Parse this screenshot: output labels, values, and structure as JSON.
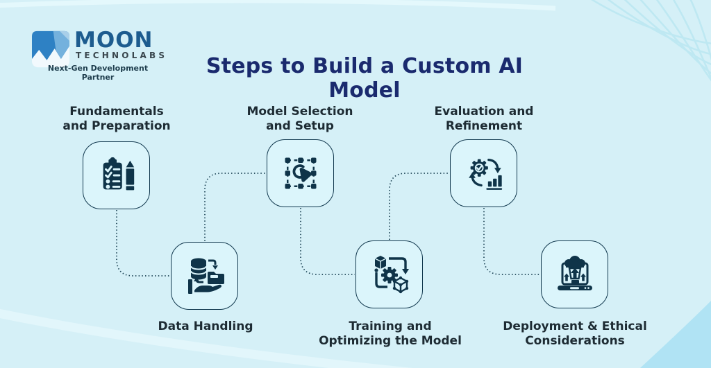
{
  "brand": {
    "logo_icon": "moon-technolabs-m-logo",
    "name": "MOON",
    "subname": "TECHNOLABS",
    "tagline": "Next-Gen Development Partner"
  },
  "title": "Steps to Build a Custom AI Model",
  "steps": [
    {
      "label_line1": "Fundamentals",
      "label_line2": "and Preparation",
      "icon": "checklist-clipboard-icon",
      "label_position": "above"
    },
    {
      "label_line1": "Data Handling",
      "label_line2": "",
      "icon": "database-transfer-hand-icon",
      "label_position": "below"
    },
    {
      "label_line1": "Model Selection",
      "label_line2": "and Setup",
      "icon": "selection-marquee-pointer-icon",
      "label_position": "above"
    },
    {
      "label_line1": "Training and",
      "label_line2": "Optimizing the Model",
      "icon": "cube-gear-pipeline-icon",
      "label_position": "below"
    },
    {
      "label_line1": "Evaluation and",
      "label_line2": "Refinement",
      "icon": "gear-check-cycle-chart-icon",
      "label_position": "above"
    },
    {
      "label_line1": "Deployment & Ethical",
      "label_line2": "Considerations",
      "icon": "laptop-cloud-upload-icon",
      "label_position": "below"
    }
  ],
  "colors": {
    "background": "#d5f0f7",
    "tile_fill": "#dbf5fb",
    "tile_border": "#10374d",
    "icon_dark": "#0f3449",
    "connector": "#1d4456",
    "title_text": "#1a2a6e",
    "label_text": "#1d2b33",
    "logo_blue": "#2e81c4",
    "logo_blue_light": "#74b1dd",
    "brand_name_blue": "#1d5c8f",
    "corner_wedge": "#b0e3f4",
    "stripe": "#bde8f2"
  }
}
